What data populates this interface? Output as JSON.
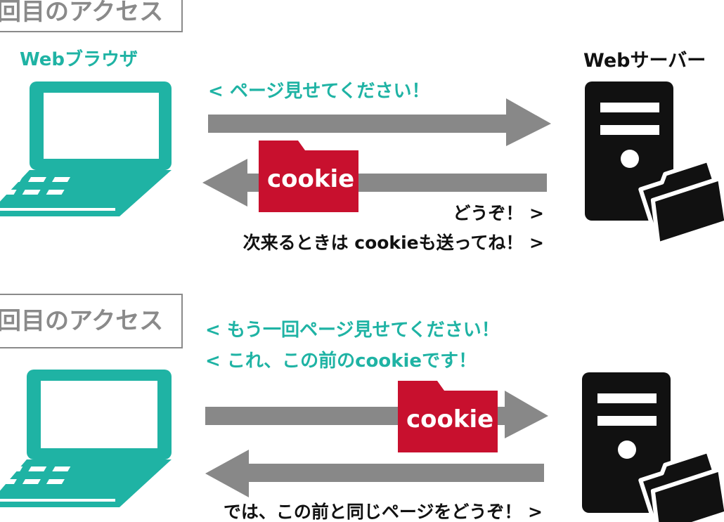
{
  "first_access": {
    "label": "回目のアクセス",
    "browser_title": "Webブラウザ",
    "server_title": "Webサーバー",
    "request_message": "< ページ見せてください！",
    "response_line1": "どうぞ！ >",
    "response_line2": "次来るときは cookieも送ってね！ >",
    "cookie_label": "cookie"
  },
  "second_access": {
    "label": "回目のアクセス",
    "request_line1": "< もう一回ページ見せてください！",
    "request_line2": "< これ、この前のcookieです！",
    "response_line": "では、この前と同じページをどうぞ！ >",
    "cookie_label": "cookie"
  },
  "colors": {
    "teal": "#1fb3a4",
    "cookie_red": "#c8102e",
    "arrow_gray": "#888888",
    "server_black": "#111111"
  }
}
